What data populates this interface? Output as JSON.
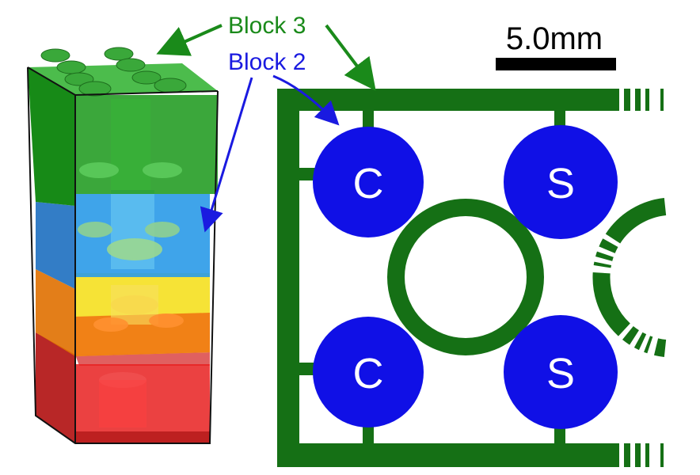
{
  "labels": {
    "block3": "Block 3",
    "block2": "Block 2",
    "scale": "5.0mm"
  },
  "pads": [
    {
      "id": "top-left",
      "letter": "C"
    },
    {
      "id": "top-right",
      "letter": "S"
    },
    {
      "id": "bottom-left",
      "letter": "C"
    },
    {
      "id": "bottom-right",
      "letter": "S"
    }
  ],
  "colors": {
    "block3_green": "#1a8a1a",
    "block2_blue": "#1a1ae0",
    "trace_green": "#157015",
    "pad_blue": "#1010e6",
    "yellow": "#f0e020",
    "orange": "#f07010",
    "red": "#e01818",
    "scale_bar": "#000000"
  }
}
